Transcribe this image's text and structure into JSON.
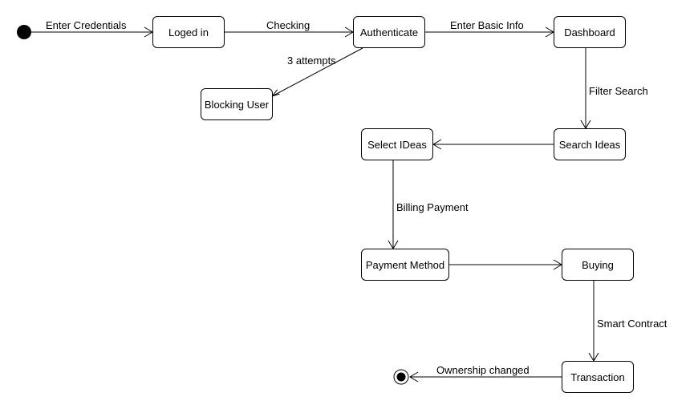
{
  "states": {
    "loged_in": "Loged in",
    "authenticate": "Authenticate",
    "dashboard": "Dashboard",
    "blocking_user": "Blocking User",
    "select_ideas": "Select IDeas",
    "search_ideas": "Search Ideas",
    "payment_method": "Payment Method",
    "buying": "Buying",
    "transaction": "Transaction"
  },
  "transitions": {
    "enter_credentials": "Enter Credentials",
    "checking": "Checking",
    "enter_basic_info": "Enter Basic Info",
    "three_attempts": "3 attempts",
    "filter_search": "Filter Search",
    "billing_payment": "Billing Payment",
    "smart_contract": "Smart Contract",
    "ownership_changed": "Ownership changed"
  }
}
